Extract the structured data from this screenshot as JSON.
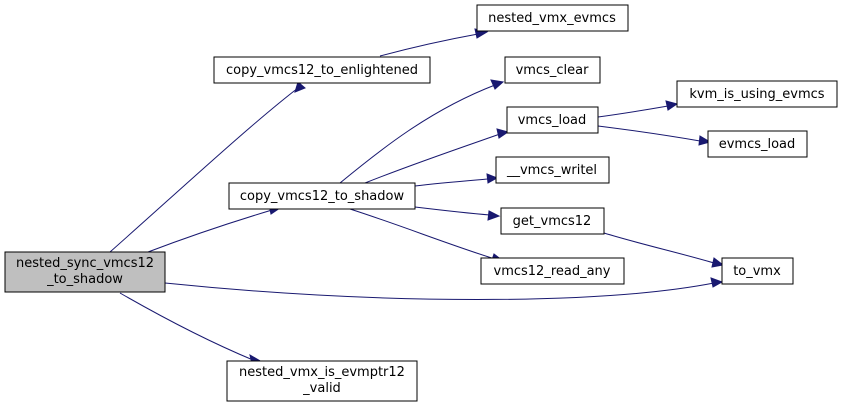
{
  "nodes": {
    "root": [
      "nested_sync_vmcs12",
      "_to_shadow"
    ],
    "copy_enlightened": "copy_vmcs12_to_enlightened",
    "copy_shadow": "copy_vmcs12_to_shadow",
    "is_evmptr12": [
      "nested_vmx_is_evmptr12",
      "_valid"
    ],
    "nested_vmx_evmcs": "nested_vmx_evmcs",
    "vmcs_clear": "vmcs_clear",
    "vmcs_load": "vmcs_load",
    "vmcs_writel": "__vmcs_writel",
    "get_vmcs12": "get_vmcs12",
    "vmcs12_read_any": "vmcs12_read_any",
    "kvm_is_using_evmcs": "kvm_is_using_evmcs",
    "evmcs_load": "evmcs_load",
    "to_vmx": "to_vmx"
  },
  "colors": {
    "edge": "#191970",
    "root_fill": "#bfbfbf",
    "node_fill": "#ffffff",
    "border": "#000000"
  }
}
